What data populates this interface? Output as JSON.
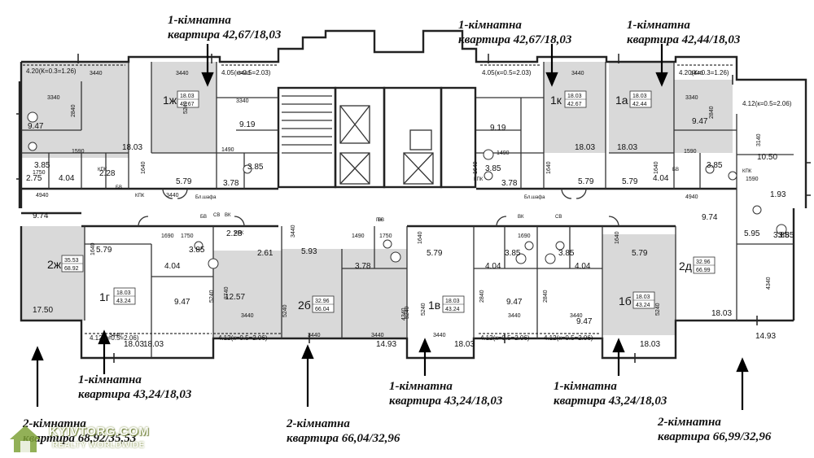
{
  "colors": {
    "apartment_fill": "#d9d9d9",
    "wall": "#222222",
    "background": "#ffffff",
    "watermark": "#7fa23a"
  },
  "captions": [
    {
      "line1": "1-кімнатна",
      "line2": "квартира 42,67/18,03"
    },
    {
      "line1": "1-кімнатна",
      "line2": "квартира 42,67/18,03"
    },
    {
      "line1": "1-кімнатна",
      "line2": "квартира 42,44/18,03"
    },
    {
      "line1": "1-кімнатна",
      "line2": "квартира 43,24/18,03"
    },
    {
      "line1": "2-кімнатна",
      "line2": "квартира 66,04/32,96"
    },
    {
      "line1": "1-кімнатна",
      "line2": "квартира 43,24/18,03"
    },
    {
      "line1": "1-кімнатна",
      "line2": "квартира 43,24/18,03"
    },
    {
      "line1": "2-кімнатна",
      "line2": "квартира 66,99/32,96"
    },
    {
      "line1": "2-кімнатна",
      "line2": "квартира 68,92/35,53"
    }
  ],
  "units": [
    {
      "code": "1ж",
      "living": "18.03",
      "total": "42.67"
    },
    {
      "code": "1к",
      "living": "18.03",
      "total": "42.67"
    },
    {
      "code": "1а",
      "living": "18.03",
      "total": "42.44"
    },
    {
      "code": "2ж",
      "living": "35.53",
      "total": "68.92"
    },
    {
      "code": "1г",
      "living": "18.03",
      "total": "43.24"
    },
    {
      "code": "2б",
      "living": "32.96",
      "total": "66.04"
    },
    {
      "code": "1в",
      "living": "18.03",
      "total": "43.24"
    },
    {
      "code": "1б",
      "living": "18.03",
      "total": "43.24"
    },
    {
      "code": "2д",
      "living": "32.96",
      "total": "66.99"
    }
  ],
  "areas": [
    "9.47",
    "18.03",
    "3.85",
    "2.75",
    "2.28",
    "4.04",
    "9.74",
    "5.79",
    "3.78",
    "9.19",
    "3.85",
    "5.79",
    "3.78",
    "9.19",
    "3.85",
    "18.03",
    "5.79",
    "18.03",
    "9.47",
    "3.85",
    "4.04",
    "10.50",
    "1.93",
    "9.74",
    "5.95",
    "3.85",
    "17.50",
    "5.79",
    "4.04",
    "3.85",
    "9.47",
    "18.03",
    "2.28",
    "2.61",
    "12.57",
    "5.93",
    "3.78",
    "14.93",
    "5.79",
    "3.85",
    "4.04",
    "9.47",
    "18.03",
    "3.85",
    "4.04",
    "9.47",
    "5.79",
    "18.03",
    "14.93",
    "18.03",
    "3.85",
    "18.03"
  ],
  "dims": [
    "3440",
    "3440",
    "3340",
    "2840",
    "1590",
    "1750",
    "4940",
    "1640",
    "1490",
    "3440",
    "3340",
    "1490",
    "1640",
    "1640",
    "3440",
    "3440",
    "3340",
    "2840",
    "4940",
    "1590",
    "3140",
    "1590",
    "1640",
    "3440",
    "1690",
    "1750",
    "1640",
    "3440",
    "3440",
    "1490",
    "1750",
    "1690",
    "1640",
    "3440",
    "1640",
    "3440",
    "3440",
    "3440",
    "3440",
    "4340",
    "3440",
    "5240",
    "5240",
    "5240",
    "5240",
    "3740",
    "2840",
    "2840",
    "5240",
    "4340",
    "5240"
  ],
  "loggias": [
    "4.20(К=0.3=1.26)",
    "4.05(к=0.5=2.03)",
    "4.05(к=0.5=2.03)",
    "4.20(К=0.3=1.26)",
    "4.12(к=0.5=2.06)",
    "4.12(к=0.5=2.06)",
    "4.12(к=0.5=2.06)",
    "4.12(к=0.5=2.06)",
    "4.12(к=0.5=2.06)"
  ],
  "fixtures": [
    "КПК",
    "КПК",
    "КПК",
    "КПК",
    "КПК",
    "БВ",
    "БВ",
    "БВ",
    "БВ",
    "СВ",
    "ВК",
    "ПК",
    "ВК",
    "СВ",
    "Бл.шафа",
    "Бл.шафа"
  ],
  "watermark": {
    "brand": "KYIVTORG.COM",
    "sub": "REALTY WORLDWIDE"
  }
}
